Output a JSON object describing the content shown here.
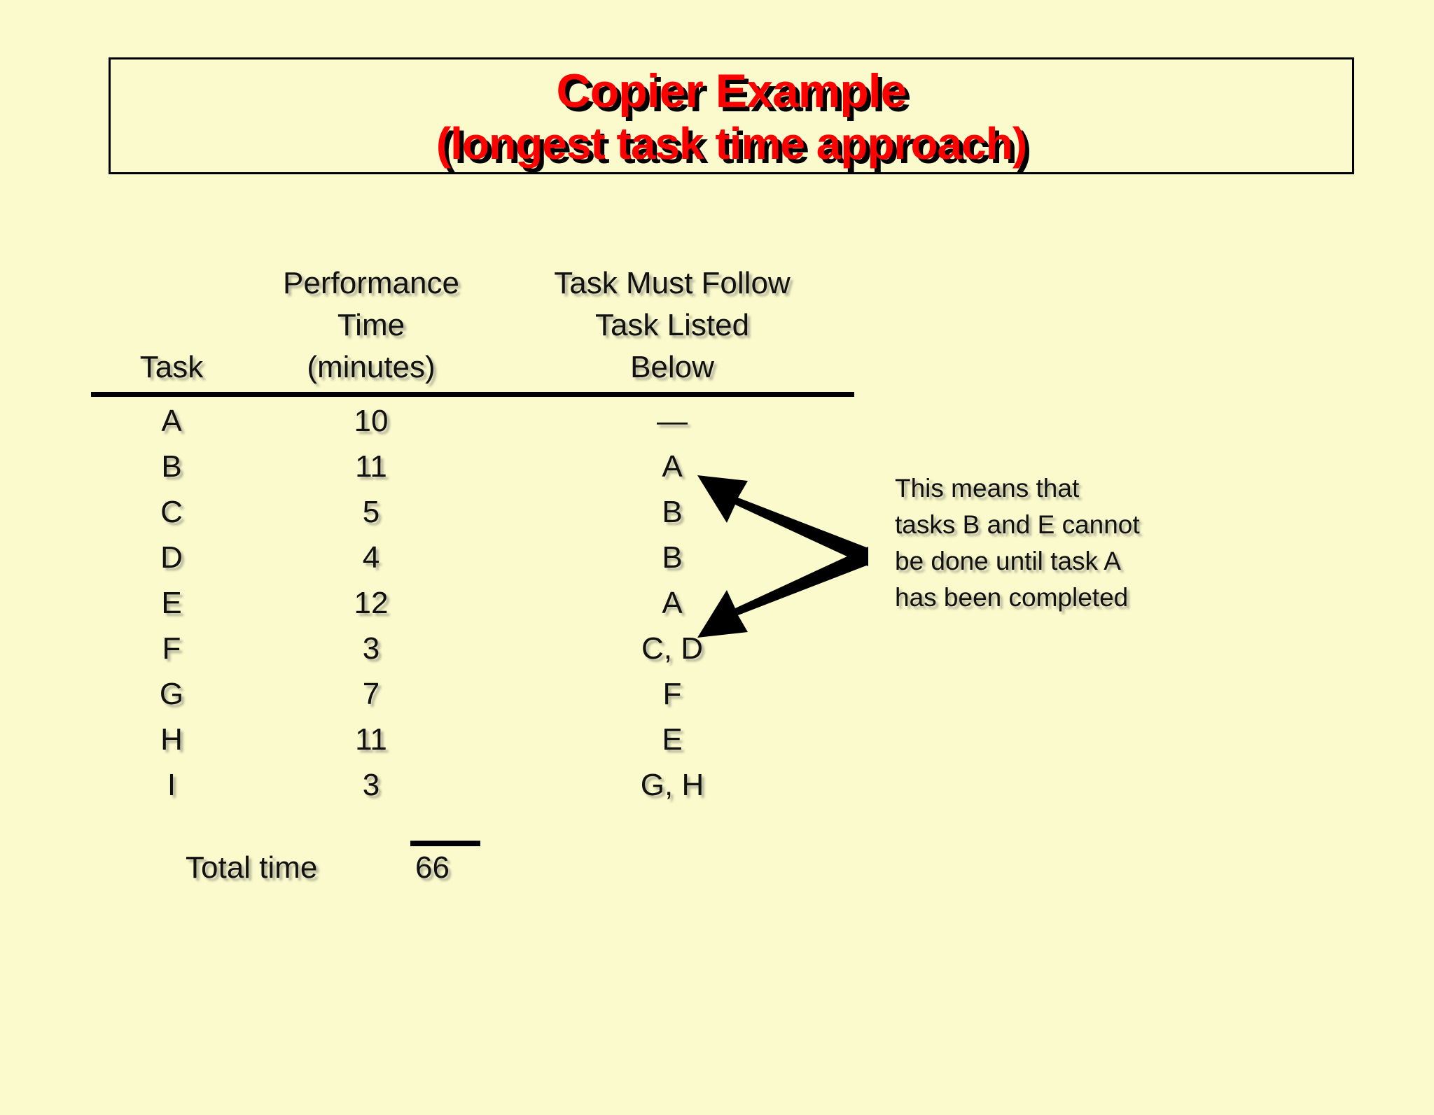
{
  "slide": {
    "background_color": "#FBFACD",
    "title": {
      "line1": "Copier Example",
      "line2": "(longest task time approach)",
      "color": "#FF0000",
      "shadow_color": "#000000"
    }
  },
  "table": {
    "headers": {
      "task": "Task",
      "time": "Performance\nTime\n(minutes)",
      "follow": "Task Must Follow\nTask Listed\nBelow"
    },
    "rows": [
      {
        "task": "A",
        "time": "10",
        "follow": "—"
      },
      {
        "task": "B",
        "time": "11",
        "follow": "A"
      },
      {
        "task": "C",
        "time": "5",
        "follow": "B"
      },
      {
        "task": "D",
        "time": "4",
        "follow": "B"
      },
      {
        "task": "E",
        "time": "12",
        "follow": "A"
      },
      {
        "task": "F",
        "time": "3",
        "follow": "C, D"
      },
      {
        "task": "G",
        "time": "7",
        "follow": "F"
      },
      {
        "task": "H",
        "time": "11",
        "follow": "E"
      },
      {
        "task": "I",
        "time": "3",
        "follow": "G, H"
      }
    ],
    "total_label": "Total time",
    "total_value": "66"
  },
  "annotation": {
    "line1": "This means that",
    "line2": "tasks B and E cannot",
    "line3": "be done until task A",
    "line4": "has been completed"
  },
  "chart_data": {
    "type": "table",
    "title": "Copier Example (longest task time approach)",
    "columns": [
      "Task",
      "Performance Time (minutes)",
      "Task Must Follow Task Listed Below"
    ],
    "rows": [
      [
        "A",
        10,
        "—"
      ],
      [
        "B",
        11,
        "A"
      ],
      [
        "C",
        5,
        "B"
      ],
      [
        "D",
        4,
        "B"
      ],
      [
        "E",
        12,
        "A"
      ],
      [
        "F",
        3,
        "C, D"
      ],
      [
        "G",
        7,
        "F"
      ],
      [
        "H",
        11,
        "E"
      ],
      [
        "I",
        3,
        "G, H"
      ]
    ],
    "total": 66,
    "total_label": "Total time",
    "annotation": "This means that tasks B and E cannot be done until task A has been completed"
  }
}
